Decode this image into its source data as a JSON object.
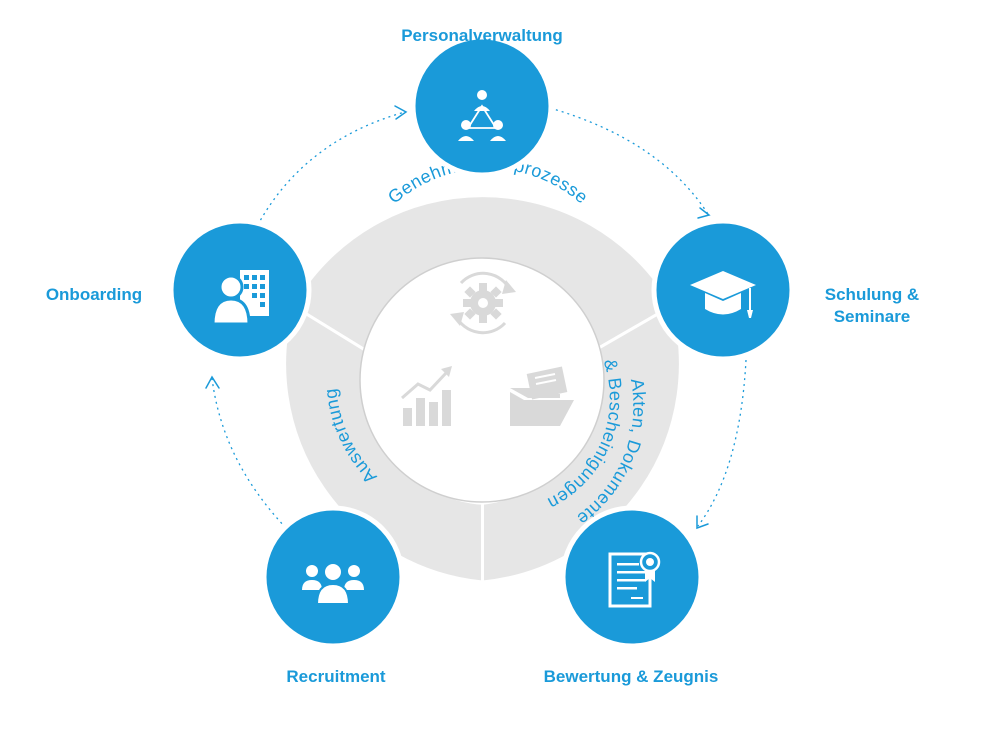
{
  "colors": {
    "accent": "#1a9ad9",
    "ring": "#e6e6e6",
    "center_icons": "#d9d9d9"
  },
  "nodes": [
    {
      "id": "personalverwaltung",
      "label_lines": [
        "Personalverwaltung"
      ],
      "icon": "network-people-icon"
    },
    {
      "id": "schulung",
      "label_lines": [
        "Schulung &",
        "Seminare"
      ],
      "icon": "graduation-cap-icon"
    },
    {
      "id": "bewertung",
      "label_lines": [
        "Bewertung & Zeugnis"
      ],
      "icon": "certificate-icon"
    },
    {
      "id": "recruitment",
      "label_lines": [
        "Recruitment"
      ],
      "icon": "group-icon"
    },
    {
      "id": "onboarding",
      "label_lines": [
        "Onboarding"
      ],
      "icon": "person-building-icon"
    }
  ],
  "ring_segments": [
    {
      "id": "genehmigung",
      "lines": [
        "Genehmigungsprozesse"
      ]
    },
    {
      "id": "akten",
      "lines": [
        "Akten, Dokumente",
        "& Bescheinigungen"
      ]
    },
    {
      "id": "auswertung",
      "lines": [
        "Auswertung"
      ]
    }
  ],
  "center_icons": [
    "gear-cycle-icon",
    "bar-chart-icon",
    "folder-icon"
  ]
}
